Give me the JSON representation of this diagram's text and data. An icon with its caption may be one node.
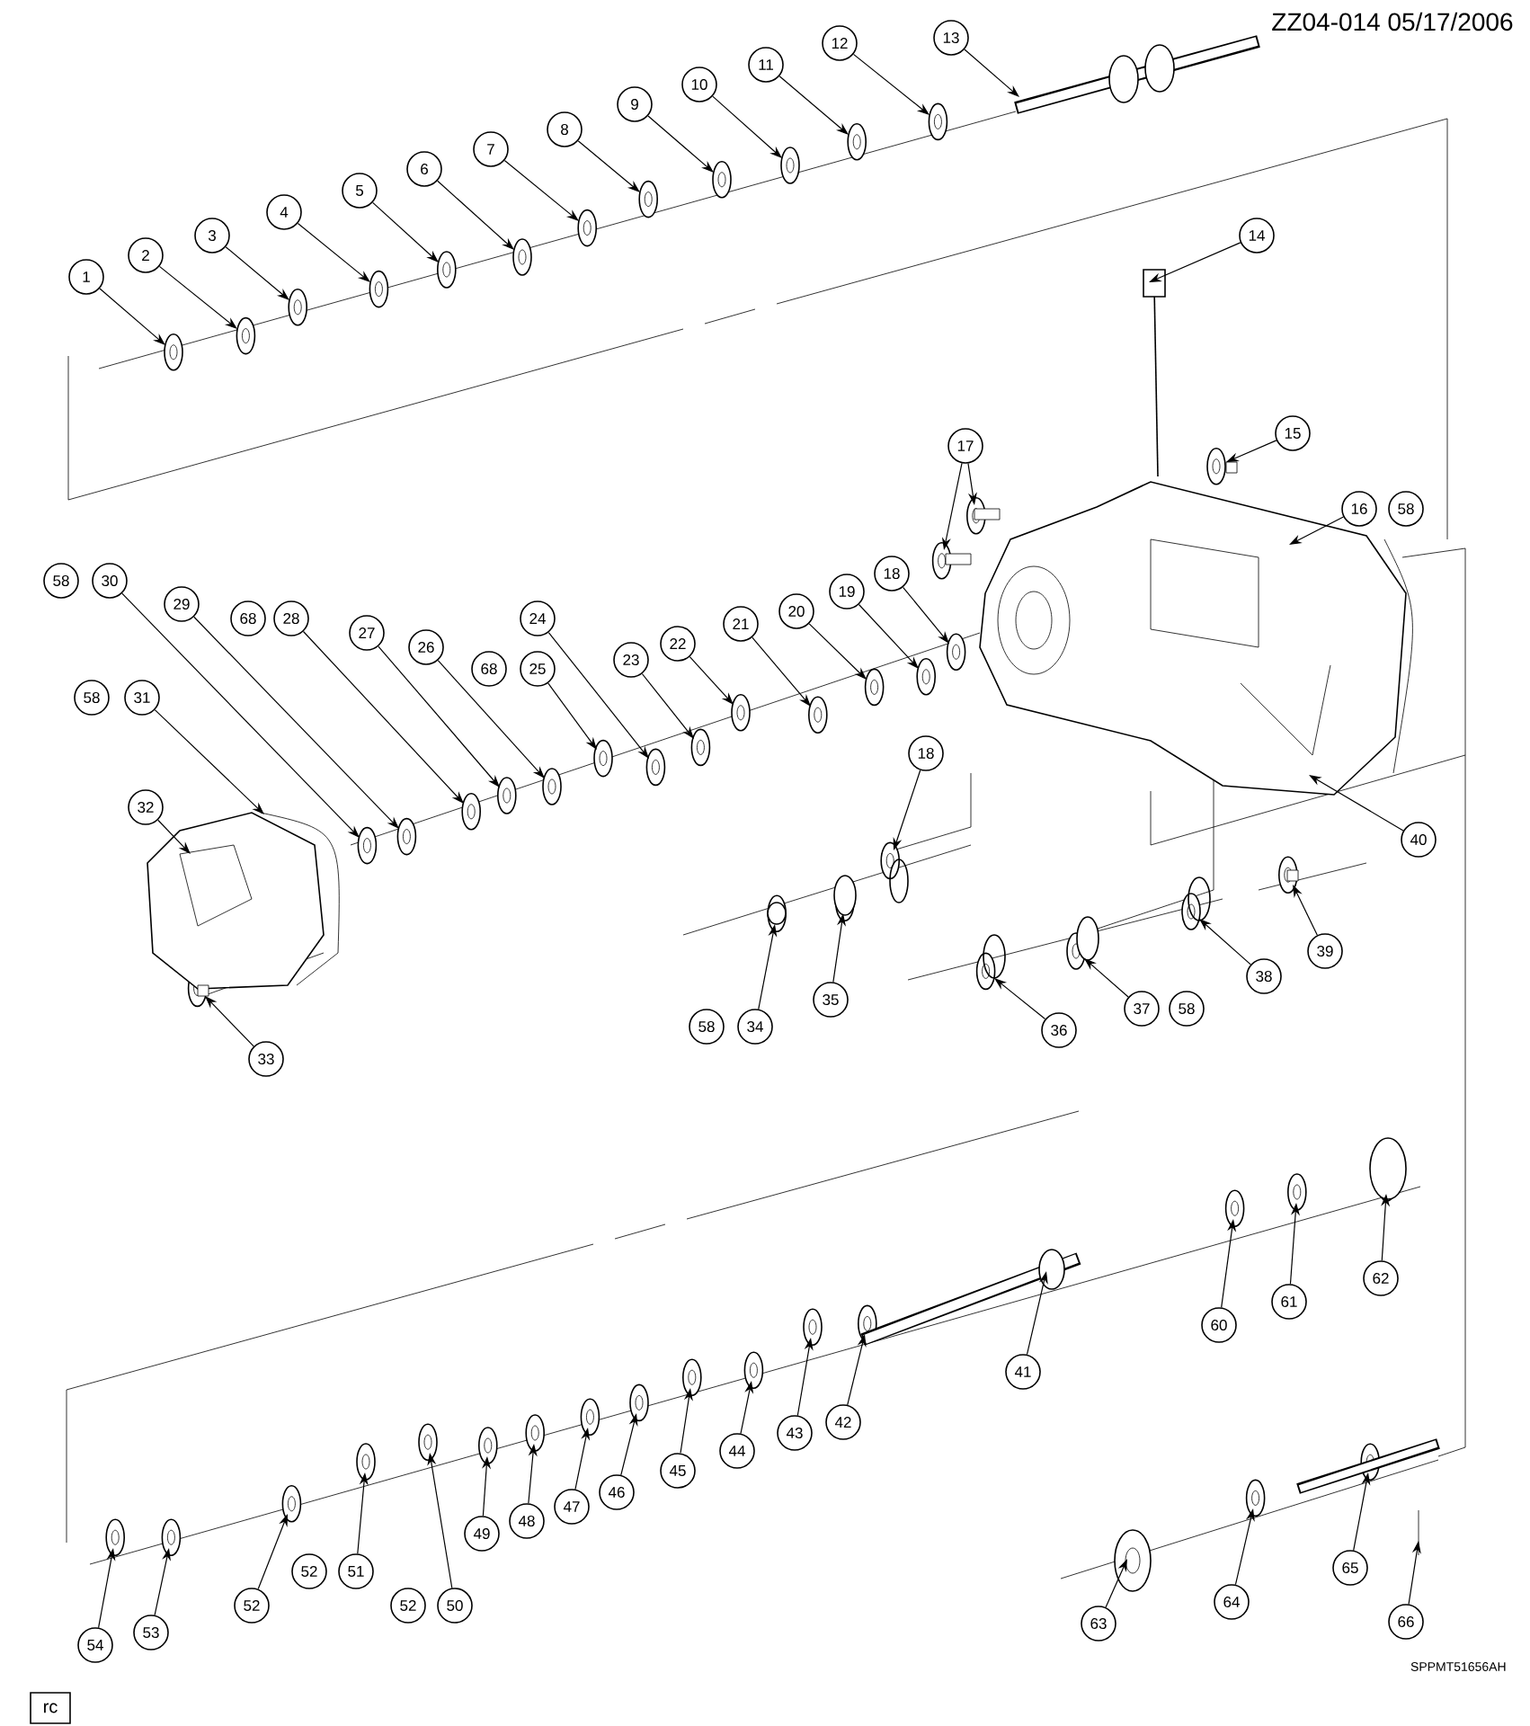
{
  "diagram": {
    "nodes": [
      {
        "text": [
          "1"
        ]
      },
      {
        "text": [
          "2"
        ]
      },
      {
        "text": [
          "3"
        ]
      },
      {
        "text": [
          "4"
        ]
      },
      {
        "text": [
          "5"
        ]
      },
      {
        "text": [
          "6"
        ]
      },
      {
        "text": [
          "7"
        ]
      },
      {
        "text": [
          "8"
        ]
      },
      {
        "text": [
          "9"
        ]
      },
      {
        "text": [
          "10"
        ]
      },
      {
        "text": [
          "11"
        ]
      },
      {
        "text": [
          "12"
        ]
      },
      {
        "text": [
          "13"
        ]
      },
      {
        "text": [
          "14"
        ]
      },
      {
        "text": [
          "15"
        ]
      },
      {
        "text": [
          "17"
        ]
      },
      {
        "text": [
          "16"
        ]
      },
      {
        "text": [
          "58"
        ]
      },
      {
        "text": [
          "58"
        ]
      },
      {
        "text": [
          "30"
        ]
      },
      {
        "text": [
          "29"
        ]
      },
      {
        "text": [
          "68"
        ]
      },
      {
        "text": [
          "28"
        ]
      },
      {
        "text": [
          "27"
        ]
      },
      {
        "text": [
          "26"
        ]
      },
      {
        "text": [
          "24"
        ]
      },
      {
        "text": [
          "68"
        ]
      },
      {
        "text": [
          "25"
        ]
      },
      {
        "text": [
          "23"
        ]
      },
      {
        "text": [
          "22"
        ]
      },
      {
        "text": [
          "21"
        ]
      },
      {
        "text": [
          "20"
        ]
      },
      {
        "text": [
          "19"
        ]
      },
      {
        "text": [
          "18"
        ]
      },
      {
        "text": [
          "58"
        ]
      },
      {
        "text": [
          "31"
        ]
      },
      {
        "text": [
          "32"
        ]
      },
      {
        "text": [
          "18"
        ]
      },
      {
        "text": [
          "40"
        ]
      },
      {
        "text": [
          "33"
        ]
      },
      {
        "text": [
          "58"
        ]
      },
      {
        "text": [
          "34"
        ]
      },
      {
        "text": [
          "35"
        ]
      },
      {
        "text": [
          "36"
        ]
      },
      {
        "text": [
          "37"
        ]
      },
      {
        "text": [
          "58"
        ]
      },
      {
        "text": [
          "38"
        ]
      },
      {
        "text": [
          "39"
        ]
      },
      {
        "text": [
          "41"
        ]
      },
      {
        "text": [
          "60"
        ]
      },
      {
        "text": [
          "61"
        ]
      },
      {
        "text": [
          "62"
        ]
      },
      {
        "text": [
          "42"
        ]
      },
      {
        "text": [
          "43"
        ]
      },
      {
        "text": [
          "44"
        ]
      },
      {
        "text": [
          "45"
        ]
      },
      {
        "text": [
          "46"
        ]
      },
      {
        "text": [
          "47"
        ]
      },
      {
        "text": [
          "48"
        ]
      },
      {
        "text": [
          "49"
        ]
      },
      {
        "text": [
          "52"
        ]
      },
      {
        "text": [
          "51"
        ]
      },
      {
        "text": [
          "52"
        ]
      },
      {
        "text": [
          "50"
        ]
      },
      {
        "text": [
          "52"
        ]
      },
      {
        "text": [
          "53"
        ]
      },
      {
        "text": [
          "54"
        ]
      },
      {
        "text": [
          "65"
        ]
      },
      {
        "text": [
          "64"
        ]
      },
      {
        "text": [
          "66"
        ]
      },
      {
        "text": [
          "63"
        ]
      },
      {
        "text": [
          "rc"
        ]
      }
    ],
    "edges": [
      {
        "from": 0,
        "to": null,
        "arrow": "to"
      },
      {
        "from": 1,
        "to": null,
        "arrow": "to"
      },
      {
        "from": 2,
        "to": null,
        "arrow": "to"
      },
      {
        "from": 3,
        "to": null,
        "arrow": "to"
      },
      {
        "from": 4,
        "to": null,
        "arrow": "to"
      },
      {
        "from": 5,
        "to": null,
        "arrow": "to"
      },
      {
        "from": 6,
        "to": null,
        "arrow": "to"
      },
      {
        "from": 7,
        "to": null,
        "arrow": "to"
      },
      {
        "from": 8,
        "to": null,
        "arrow": "to"
      },
      {
        "from": 9,
        "to": null,
        "arrow": "to"
      },
      {
        "from": 10,
        "to": null,
        "arrow": "to"
      },
      {
        "from": 11,
        "to": null,
        "arrow": "to"
      },
      {
        "from": 12,
        "to": null,
        "arrow": "to"
      },
      {
        "from": 13,
        "to": null,
        "arrow": "to"
      },
      {
        "from": 14,
        "to": null,
        "arrow": "to"
      },
      {
        "from": 15,
        "to": null,
        "arrow": "to"
      },
      {
        "from": 15,
        "to": null,
        "arrow": "to"
      },
      {
        "from": 16,
        "to": null,
        "arrow": "to"
      },
      {
        "from": 19,
        "to": null,
        "arrow": "to"
      },
      {
        "from": 20,
        "to": null,
        "arrow": "to"
      },
      {
        "from": 22,
        "to": null,
        "arrow": "to"
      },
      {
        "from": 23,
        "to": null,
        "arrow": "to"
      },
      {
        "from": 24,
        "to": null,
        "arrow": "to"
      },
      {
        "from": 25,
        "to": null,
        "arrow": "to"
      },
      {
        "from": 27,
        "to": null,
        "arrow": "to"
      },
      {
        "from": 28,
        "to": null,
        "arrow": "to"
      },
      {
        "from": 29,
        "to": null,
        "arrow": "to"
      },
      {
        "from": 30,
        "to": null,
        "arrow": "to"
      },
      {
        "from": 31,
        "to": null,
        "arrow": "to"
      },
      {
        "from": 32,
        "to": null,
        "arrow": "to"
      },
      {
        "from": 33,
        "to": null,
        "arrow": "to"
      },
      {
        "from": 35,
        "to": null,
        "arrow": "to"
      },
      {
        "from": 36,
        "to": null,
        "arrow": "to"
      },
      {
        "from": 37,
        "to": null,
        "arrow": "to"
      },
      {
        "from": 38,
        "to": null,
        "arrow": "to"
      },
      {
        "from": 39,
        "to": null,
        "arrow": "to"
      },
      {
        "from": 41,
        "to": null,
        "arrow": "to"
      },
      {
        "from": 42,
        "to": null,
        "arrow": "to"
      },
      {
        "from": 43,
        "to": null,
        "arrow": "to"
      },
      {
        "from": 44,
        "to": null,
        "arrow": "to"
      },
      {
        "from": 46,
        "to": null,
        "arrow": "to"
      },
      {
        "from": 47,
        "to": null,
        "arrow": "to"
      },
      {
        "from": 48,
        "to": null,
        "arrow": "to"
      },
      {
        "from": 49,
        "to": null,
        "arrow": "to"
      },
      {
        "from": 50,
        "to": null,
        "arrow": "to"
      },
      {
        "from": 51,
        "to": null,
        "arrow": "to"
      },
      {
        "from": 52,
        "to": null,
        "arrow": "to"
      },
      {
        "from": 53,
        "to": null,
        "arrow": "to"
      },
      {
        "from": 54,
        "to": null,
        "arrow": "to"
      },
      {
        "from": 55,
        "to": null,
        "arrow": "to"
      },
      {
        "from": 56,
        "to": null,
        "arrow": "to"
      },
      {
        "from": 57,
        "to": null,
        "arrow": "to"
      },
      {
        "from": 58,
        "to": null,
        "arrow": "to"
      },
      {
        "from": 59,
        "to": null,
        "arrow": "to"
      },
      {
        "from": 61,
        "to": null,
        "arrow": "to"
      },
      {
        "from": 63,
        "to": null,
        "arrow": "to"
      },
      {
        "from": 64,
        "to": null,
        "arrow": "to"
      },
      {
        "from": 65,
        "to": null,
        "arrow": "to"
      },
      {
        "from": 66,
        "to": null,
        "arrow": "to"
      },
      {
        "from": 67,
        "to": null,
        "arrow": "to"
      },
      {
        "from": 68,
        "to": null,
        "arrow": "to"
      },
      {
        "from": 69,
        "to": null,
        "arrow": "to"
      },
      {
        "from": 70,
        "to": null,
        "arrow": "to"
      }
    ],
    "labels": [
      "ZZ04-014  05/17/2006",
      "SPPMT51656AH"
    ]
  }
}
